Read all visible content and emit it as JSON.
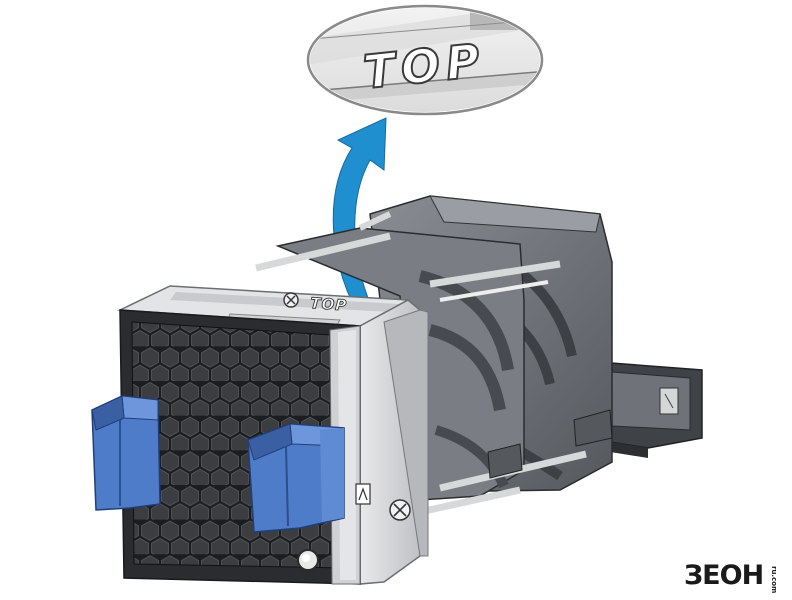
{
  "callout": {
    "zoom_label": "TOP"
  },
  "module": {
    "top_label": "TOP"
  },
  "watermark": {
    "brand": "ЗЕОН",
    "domain": "ru.com"
  },
  "icons": {
    "arrow": "curved-arrow-icon",
    "screw": "captive-screw-icon",
    "esd": "esd-symbol-icon"
  },
  "colors": {
    "arrow_blue": "#1f8fcf",
    "handle_blue": "#4f7cc8",
    "fan_grey": "#6f7379",
    "frame_silver": "#d9dadc",
    "grille_dark": "#2c2e31",
    "brand_green": "#1aa04a"
  }
}
